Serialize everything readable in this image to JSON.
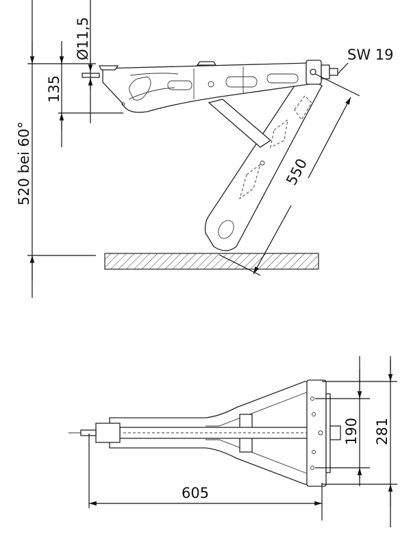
{
  "side_view": {
    "dim_diameter": "Ø11,5",
    "dim_wrench": "SW 19",
    "dim_135": "135",
    "dim_height": "520 bei 60°",
    "dim_length": "550"
  },
  "top_view": {
    "dim_width": "605",
    "dim_190": "190",
    "dim_281": "281"
  }
}
